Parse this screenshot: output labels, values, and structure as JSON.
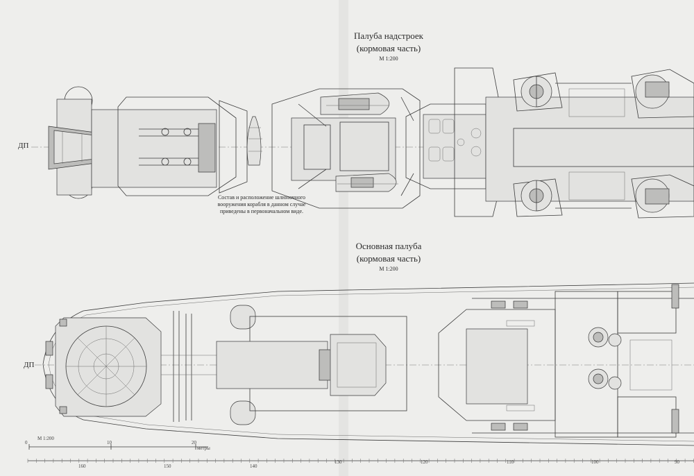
{
  "upper": {
    "title_line1": "Палуба надстроек",
    "title_line2": "(кормовая часть)",
    "scale": "М  1:200",
    "dp": "ДП",
    "note": "Состав и расположение шлюпочного вооружения корабля в данном случае приведены в первоначальном виде."
  },
  "lower": {
    "title_line1": "Основная палуба",
    "title_line2": "(кормовая часть)",
    "scale": "М  1:200",
    "dp": "ДП"
  },
  "scale_bar": {
    "label": "М  1:200",
    "ticks": [
      "0",
      "10",
      "20"
    ],
    "unit": "метры"
  },
  "frames": [
    "160",
    "150",
    "140",
    "130",
    "120",
    "110",
    "100",
    "90"
  ]
}
